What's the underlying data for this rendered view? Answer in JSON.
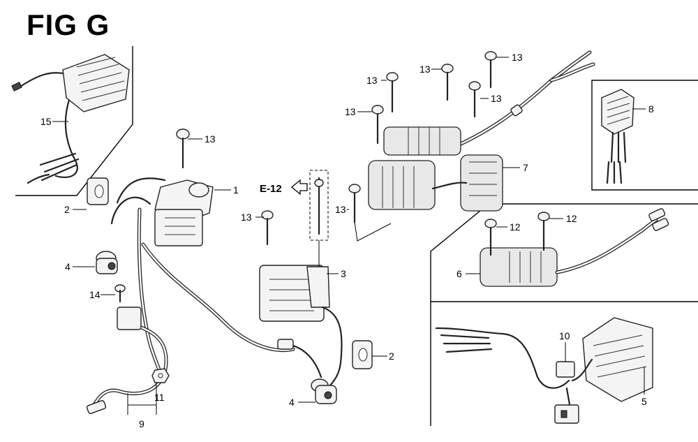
{
  "title": "FIG G",
  "reference": "E-12",
  "callouts": {
    "c1": "1",
    "c2a": "2",
    "c2b": "2",
    "c3": "3",
    "c4a": "4",
    "c4b": "4",
    "c5": "5",
    "c6": "6",
    "c7": "7",
    "c8": "8",
    "c9": "9",
    "c10": "10",
    "c11": "11",
    "c12a": "12",
    "c12b": "12",
    "c13a": "13",
    "c13b": "13",
    "c13c": "13",
    "c13d": "13",
    "c13e": "13",
    "c13f": "13",
    "c13g": "13",
    "c13h": "13",
    "c14": "14",
    "c15": "15"
  }
}
